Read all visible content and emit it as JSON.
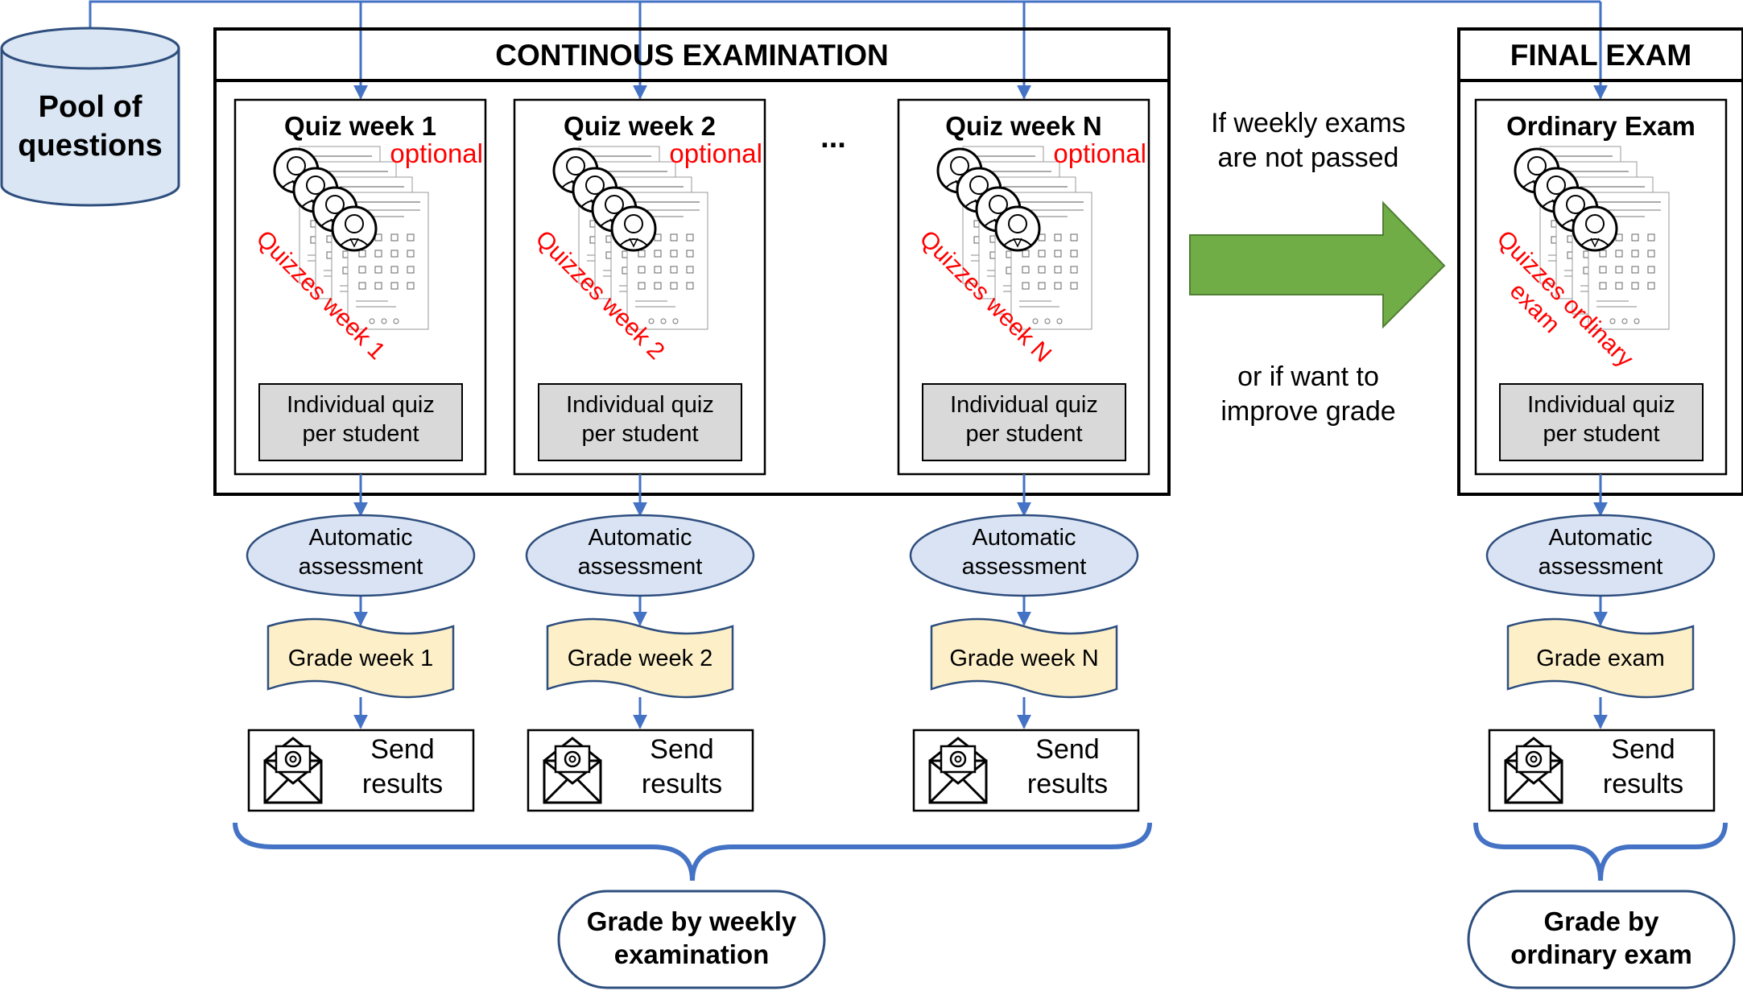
{
  "pool": {
    "line1": "Pool of",
    "line2": "questions"
  },
  "continuous": {
    "title": "CONTINOUS EXAMINATION",
    "ellipsis": "...",
    "quizzes": [
      {
        "title": "Quiz week 1",
        "optional": "optional",
        "stack_label": "Quizzes week 1",
        "individual_1": "Individual quiz",
        "individual_2": "per student",
        "auto_1": "Automatic",
        "auto_2": "assessment",
        "grade": "Grade week 1",
        "send_1": "Send",
        "send_2": "results"
      },
      {
        "title": "Quiz week 2",
        "optional": "optional",
        "stack_label": "Quizzes week 2",
        "individual_1": "Individual quiz",
        "individual_2": "per student",
        "auto_1": "Automatic",
        "auto_2": "assessment",
        "grade": "Grade week 2",
        "send_1": "Send",
        "send_2": "results"
      },
      {
        "title": "Quiz week N",
        "optional": "optional",
        "stack_label": "Quizzes week N",
        "individual_1": "Individual quiz",
        "individual_2": "per student",
        "auto_1": "Automatic",
        "auto_2": "assessment",
        "grade": "Grade week N",
        "send_1": "Send",
        "send_2": "results"
      }
    ],
    "result_1": "Grade by weekly",
    "result_2": "examination"
  },
  "transition": {
    "top_1": "If weekly exams",
    "top_2": "are not passed",
    "bottom_1": "or if want to",
    "bottom_2": "improve grade"
  },
  "final": {
    "title": "FINAL EXAM",
    "exam_title": "Ordinary Exam",
    "stack_label_1": "Quizzes ordinary",
    "stack_label_2": "exam",
    "individual_1": "Individual quiz",
    "individual_2": "per student",
    "auto_1": "Automatic",
    "auto_2": "assessment",
    "grade": "Grade exam",
    "send_1": "Send",
    "send_2": "results",
    "result_1": "Grade by",
    "result_2": "ordinary exam"
  },
  "colors": {
    "connector": "#4472c4",
    "pool_fill": "#dae6f3",
    "ellipse_fill": "#dae3f3",
    "grade_fill": "#fdf0c8",
    "gray_box": "#d9d9d9",
    "arrow_green": "#70ad47",
    "optional_red": "#ff0000"
  }
}
